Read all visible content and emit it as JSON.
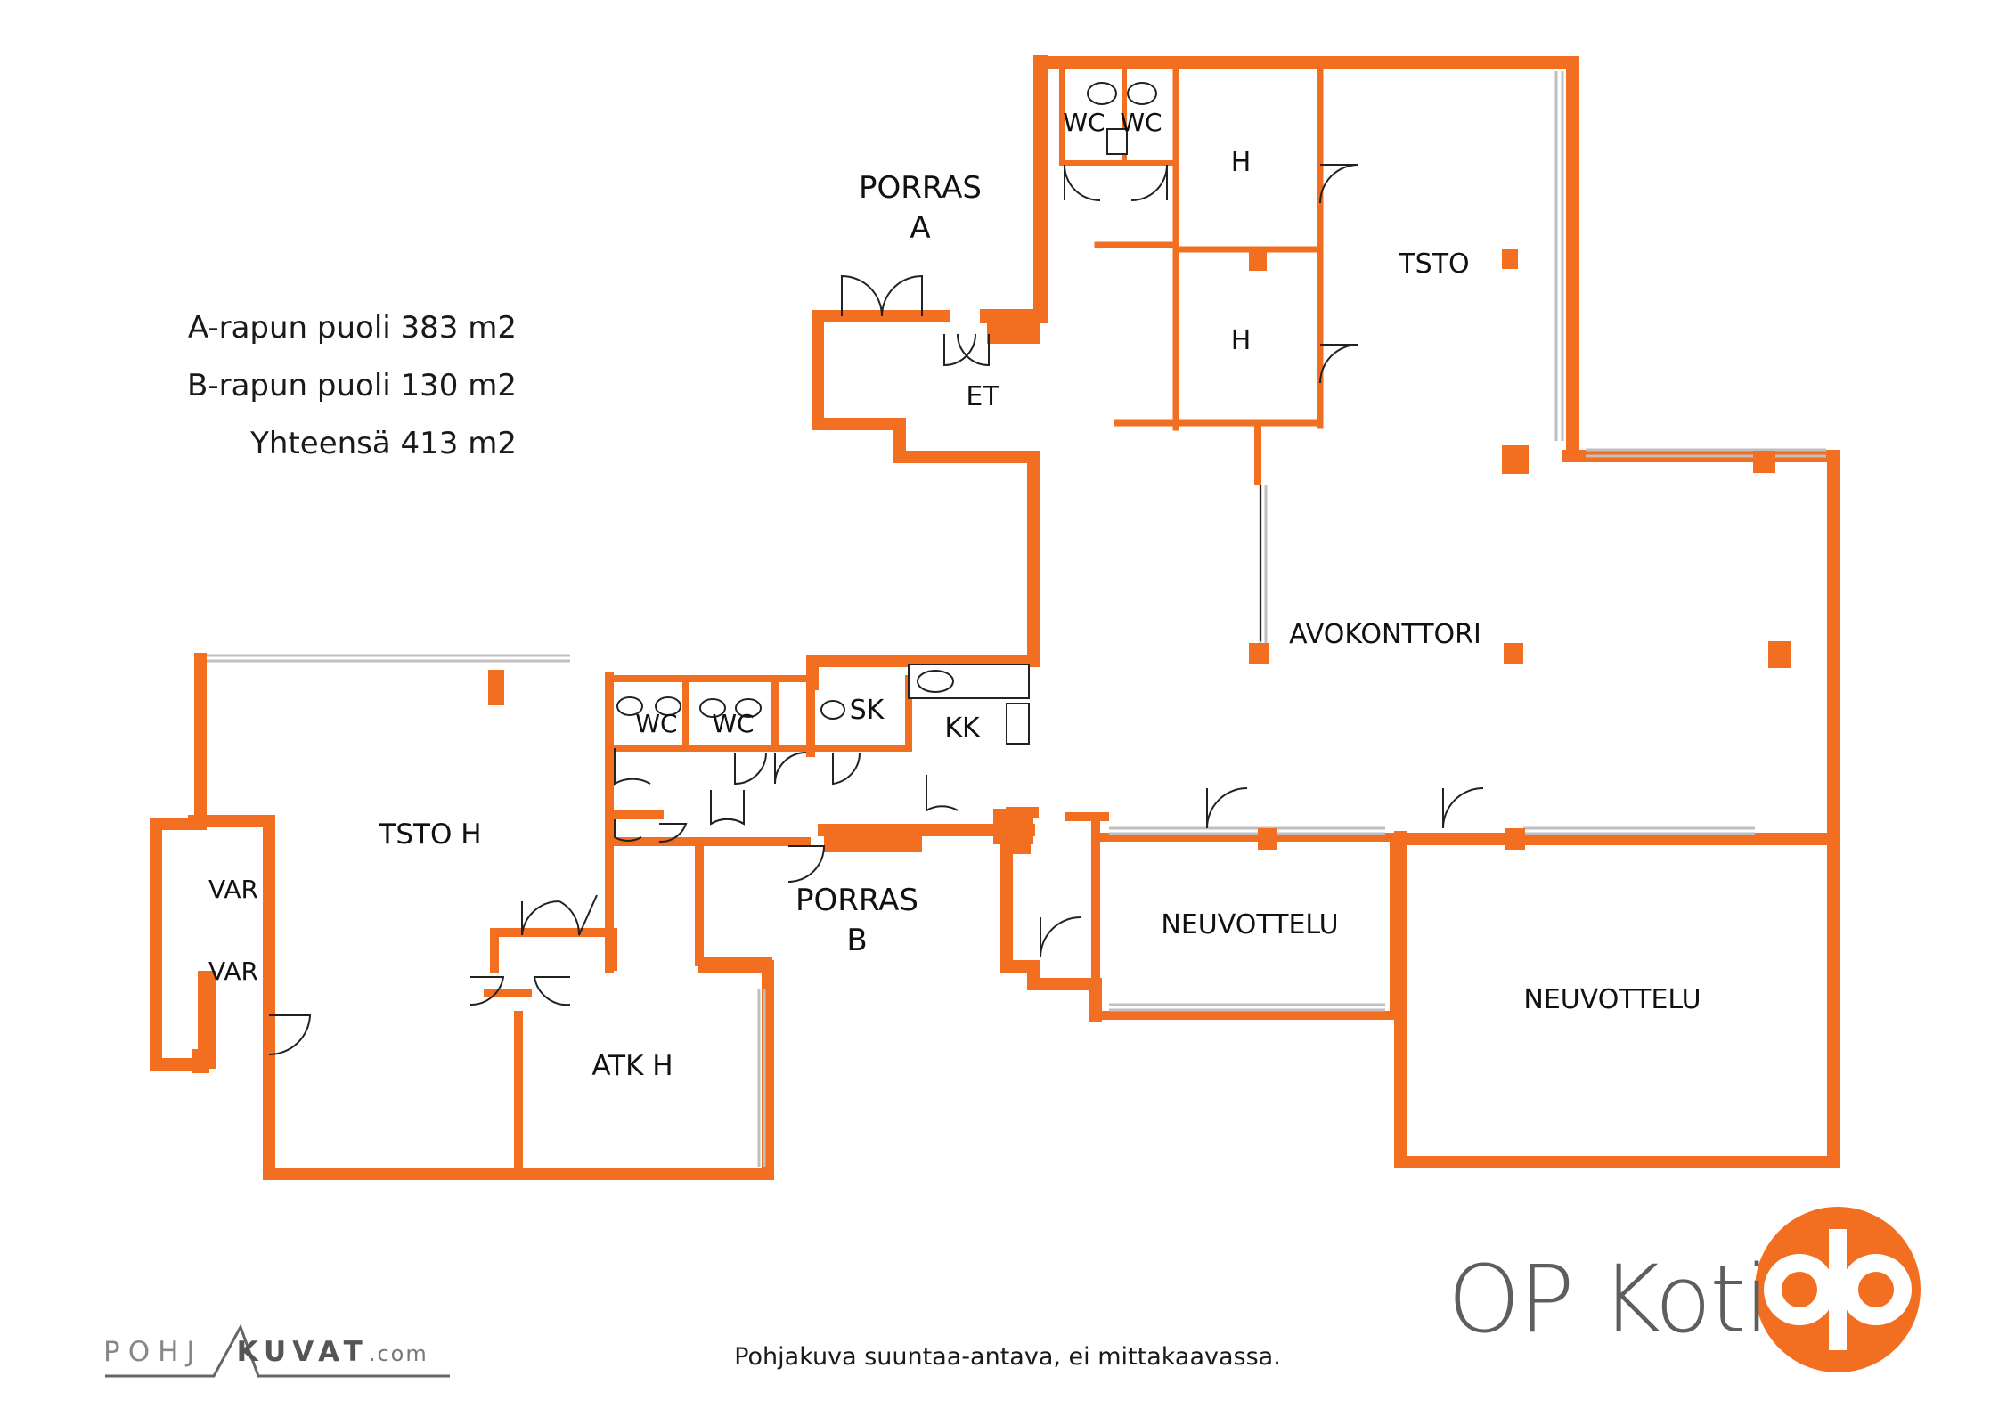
{
  "areas": {
    "a_side": "A-rapun puoli 383 m2",
    "b_side": "B-rapun puoli 130 m2",
    "total": "Yhteensä 413 m2"
  },
  "rooms": {
    "porras_a_1": "PORRAS",
    "porras_a_2": "A",
    "et": "ET",
    "wc_a1": "WC",
    "wc_a2": "WC",
    "h1": "H",
    "h2": "H",
    "tsto": "TSTO",
    "avokonttori": "AVOKONTTORI",
    "wc_b1": "WC",
    "wc_b2": "WC",
    "sk": "SK",
    "kk": "KK",
    "tsto_h": "TSTO H",
    "var1": "VAR",
    "var2": "VAR",
    "porras_b_1": "PORRAS",
    "porras_b_2": "B",
    "atk_h": "ATK H",
    "neuvottelu1": "NEUVOTTELU",
    "neuvottelu2": "NEUVOTTELU"
  },
  "footer": {
    "note": "Pohjakuva suuntaa-antava, ei mittakaavassa.",
    "brand": "OP Koti",
    "pohjakuvat_a": "POHJ",
    "pohjakuvat_b": "KUVAT",
    "pohjakuvat_c": ".com"
  },
  "colors": {
    "wall": "#f26f21",
    "window": "#bfbfbf",
    "text": "#111111",
    "brand_text": "#5e5e5e"
  }
}
